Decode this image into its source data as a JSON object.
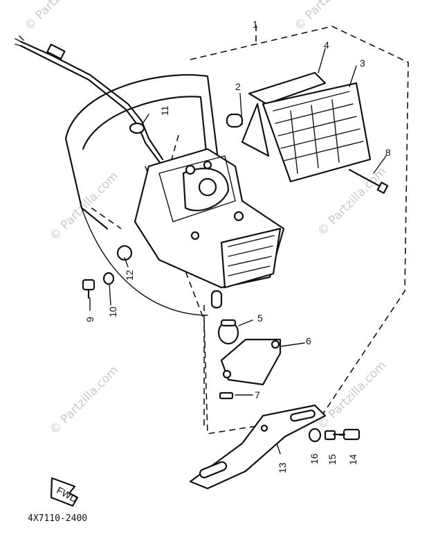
{
  "watermark": "© Partzilla.com",
  "diagram_code": "4X7110-2400",
  "fwd_label": "FWD",
  "callouts": {
    "c1": "1",
    "c2": "2",
    "c3": "3",
    "c4": "4",
    "c5": "5",
    "c6": "6",
    "c7": "7",
    "c8": "8",
    "c9": "9",
    "c10": "10",
    "c11": "11",
    "c12": "12",
    "c13": "13",
    "c14": "14",
    "c15": "15",
    "c16": "16"
  }
}
